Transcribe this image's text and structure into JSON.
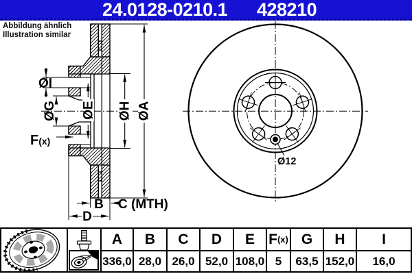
{
  "colors": {
    "header_bg": "#1712d3",
    "header_text": "#ffffff",
    "header_underline": "#000090",
    "line_color": "#000000"
  },
  "header": {
    "part_number": "24.0128-0210.1",
    "catalog_number": "428210"
  },
  "note": {
    "line1": "Abbildung ähnlich",
    "line2": "Illustration similar"
  },
  "section_view": {
    "labels": {
      "dia_i": "ØI",
      "dia_g": "ØG",
      "dia_e": "ØE",
      "dia_h": "ØH",
      "dia_a": "ØA",
      "f_main": "F",
      "f_sub": "(x)",
      "b": "B",
      "c_mth": "C (MTH)",
      "d": "D"
    }
  },
  "front_view": {
    "hole_label": "Ø12",
    "bolt_hole_count": 5
  },
  "spec_table": {
    "columns": [
      {
        "key": "A",
        "sub": "",
        "value": "336,0"
      },
      {
        "key": "B",
        "sub": "",
        "value": "28,0"
      },
      {
        "key": "C",
        "sub": "",
        "value": "26,0"
      },
      {
        "key": "D",
        "sub": "",
        "value": "52,0"
      },
      {
        "key": "E",
        "sub": "",
        "value": "108,0"
      },
      {
        "key": "F",
        "sub": "(x)",
        "value": "5"
      },
      {
        "key": "G",
        "sub": "",
        "value": "63,5"
      },
      {
        "key": "H",
        "sub": "",
        "value": "152,0"
      },
      {
        "key": "I",
        "sub": "",
        "value": "16,0"
      }
    ],
    "icons": {
      "disc": "brake-disc-icon",
      "bolt": "wheel-bolt-icon",
      "spray": "spray-check-icon"
    }
  }
}
